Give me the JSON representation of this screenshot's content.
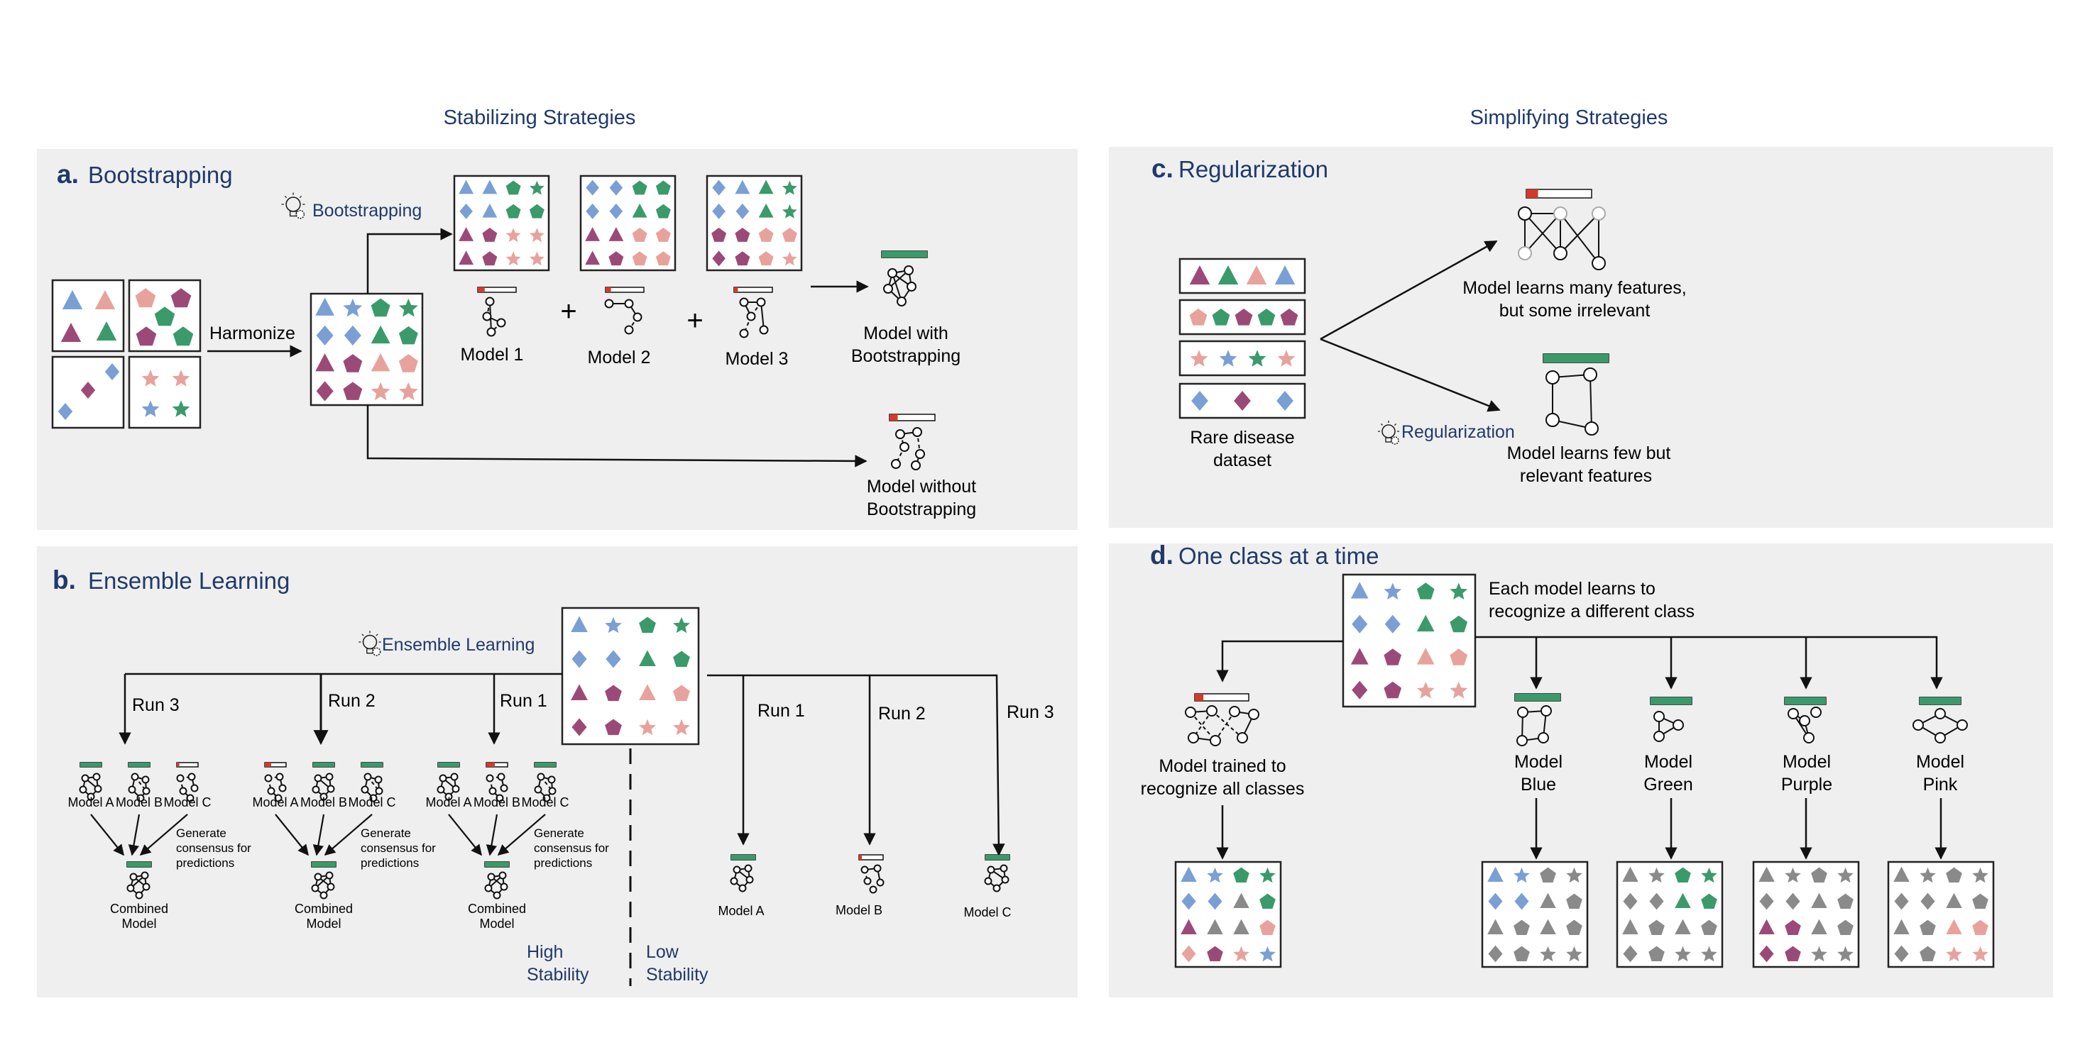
{
  "headers": {
    "stabilizing": "Stabilizing Strategies",
    "simplifying": "Simplifying Strategies"
  },
  "colors": {
    "blue": "#7a9fd4",
    "green": "#3a9a6a",
    "purple": "#9b4a78",
    "pink": "#e8a29c",
    "grey": "#8a8a8a",
    "panel": "#efefef",
    "navy": "#1f3a6b",
    "bar_green": "#3a9a6a",
    "bar_red": "#d23a2a"
  },
  "panel_a": {
    "letter": "a.",
    "title": "Bootstrapping",
    "harmonize": "Harmonize",
    "strategy": "Bootstrapping",
    "models": [
      "Model 1",
      "Model 2",
      "Model 3"
    ],
    "plus": "+",
    "with_l1": "Model with",
    "with_l2": "Bootstrapping",
    "without_l1": "Model without",
    "without_l2": "Bootstrapping"
  },
  "panel_b": {
    "letter": "b.",
    "title": "Ensemble Learning",
    "strategy": "Ensemble Learning",
    "runs_left": [
      "Run 3",
      "Run 2",
      "Run 1"
    ],
    "runs_right": [
      "Run 1",
      "Run 2",
      "Run 3"
    ],
    "sub_models": [
      "Model A",
      "Model B",
      "Model C"
    ],
    "consensus": [
      "Generate",
      "consensus for",
      "predictions"
    ],
    "combined_l1": "Combined",
    "combined_l2": "Model",
    "high_l1": "High",
    "high_l2": "Stability",
    "low_l1": "Low",
    "low_l2": "Stability"
  },
  "panel_c": {
    "letter": "c.",
    "title": "Regularization",
    "dataset_l1": "Rare disease",
    "dataset_l2": "dataset",
    "many_l1": "Model learns many features,",
    "many_l2": "but some irrelevant",
    "few_l1": "Model learns few  but",
    "few_l2": "relevant features",
    "strategy": "Regularization"
  },
  "panel_d": {
    "letter": "d.",
    "title": "One class at a time",
    "desc_l1": "Each model learns to",
    "desc_l2": "recognize a different class",
    "all_l1": "Model trained to",
    "all_l2": "recognize all classes",
    "class_models": [
      {
        "l1": "Model",
        "l2": "Blue"
      },
      {
        "l1": "Model",
        "l2": "Green"
      },
      {
        "l1": "Model",
        "l2": "Purple"
      },
      {
        "l1": "Model",
        "l2": "Pink"
      }
    ]
  }
}
